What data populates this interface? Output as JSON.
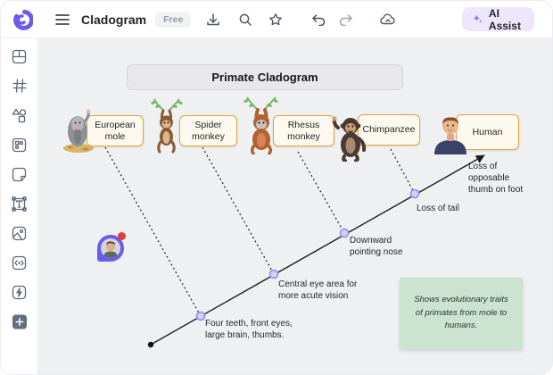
{
  "toolbar": {
    "title": "Cladogram",
    "badge": "Free",
    "ai_assist_label": "AI Assist",
    "icons": [
      "menu",
      "download",
      "search",
      "star",
      "undo",
      "redo",
      "cloud",
      "reactions",
      "stats"
    ]
  },
  "sidebar": {
    "icons": [
      "layout-template",
      "grid",
      "shapes",
      "frame-elements",
      "sticky-note",
      "text-box",
      "image",
      "embed-code",
      "automation",
      "add"
    ]
  },
  "canvas": {
    "diagram_title": "Primate Cladogram",
    "species": [
      {
        "label": "European mole",
        "icon": "mole-illustration"
      },
      {
        "label": "Spider monkey",
        "icon": "spider-monkey-illustration"
      },
      {
        "label": "Rhesus monkey",
        "icon": "rhesus-monkey-illustration"
      },
      {
        "label": "Chimpanzee",
        "icon": "chimpanzee-illustration"
      },
      {
        "label": "Human",
        "icon": "human-illustration"
      }
    ],
    "traits": [
      "Four teeth, front eyes, large brain, thumbs.",
      "Central eye area for more acute vision",
      "Downward pointing nose",
      "Loss of tail",
      "Loss of opposable thumb on foot"
    ],
    "sticky_note": "Shows evolutionary traits of primates from mole to humans.",
    "colors": {
      "accent": "#6a5cf0",
      "ai_button_bg": "#eee7fc",
      "species_border": "#e5a43c",
      "species_bg": "#fdf9ee",
      "node_fill": "#d3d1f8",
      "node_stroke": "#8f8bee",
      "sticky_bg": "#cbe4d1",
      "canvas_bg": "#eef0f2"
    }
  }
}
